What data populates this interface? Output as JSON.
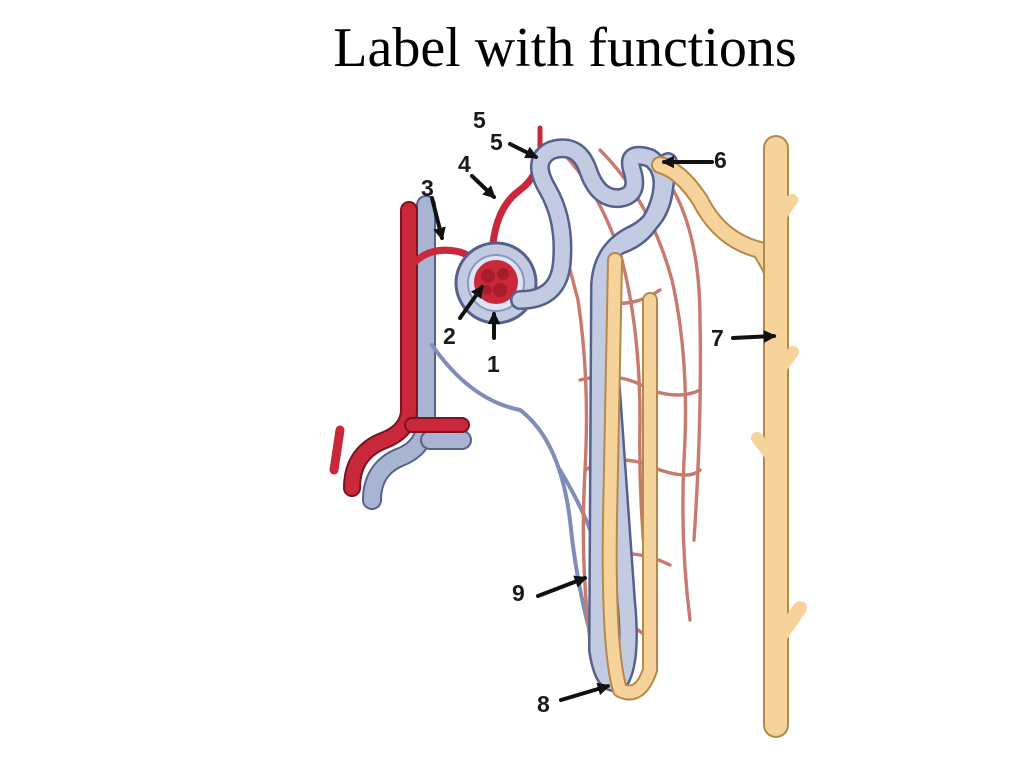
{
  "slide": {
    "title": "Label with functions"
  },
  "diagram": {
    "labels": {
      "l1": "1",
      "l2": "2",
      "l3": "3",
      "l4": "4",
      "l5": "5",
      "l6": "6",
      "l7": "7",
      "l8": "8",
      "l9": "9",
      "l5_top": "5"
    },
    "colors": {
      "artery": "#c8283a",
      "vein": "#a9b4d3",
      "collecting_duct": "#f6d39b",
      "capillary": "#c87a6e"
    }
  }
}
